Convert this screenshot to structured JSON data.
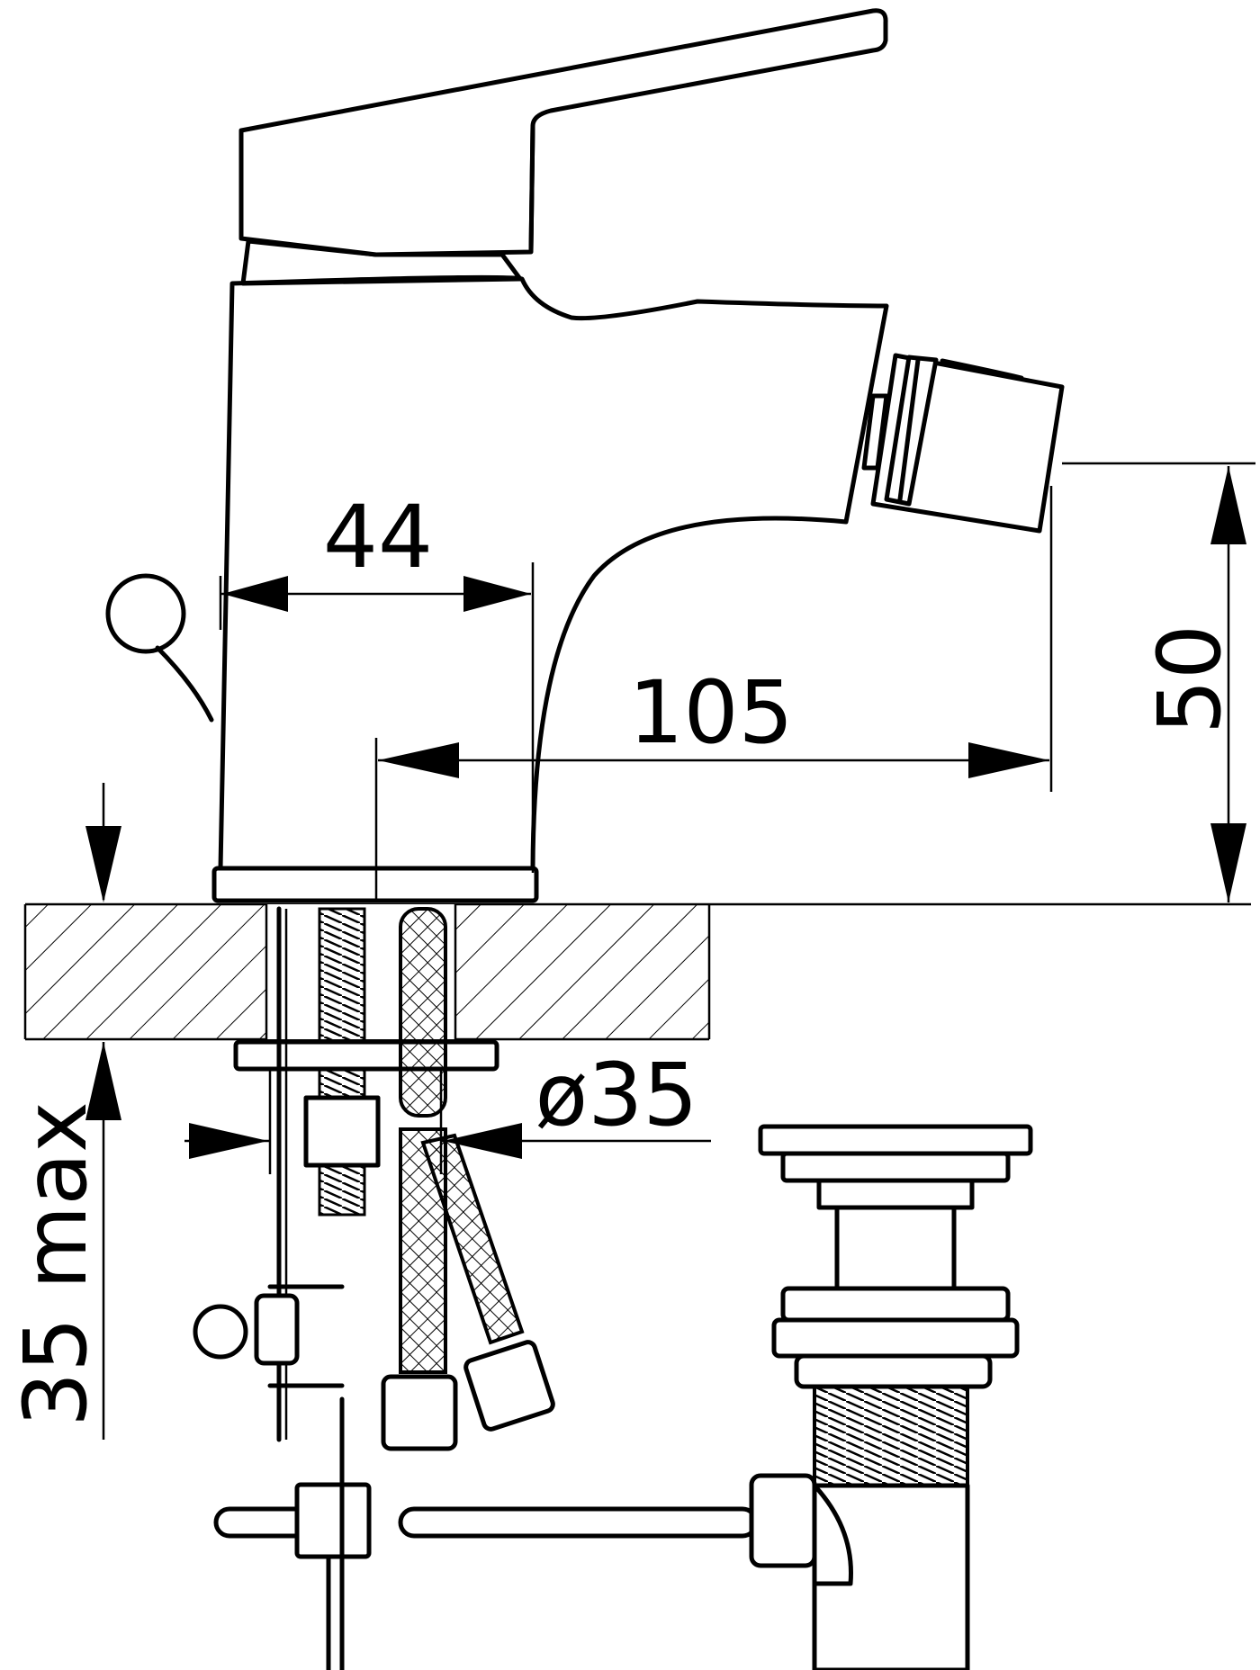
{
  "colors": {
    "line": "#000000",
    "background": "#ffffff"
  },
  "dimensions": {
    "outlet_height": "50",
    "outlet_reach": "105",
    "base_width": "44",
    "hole_diameter": "ø35",
    "max_thickness": "35 max"
  }
}
